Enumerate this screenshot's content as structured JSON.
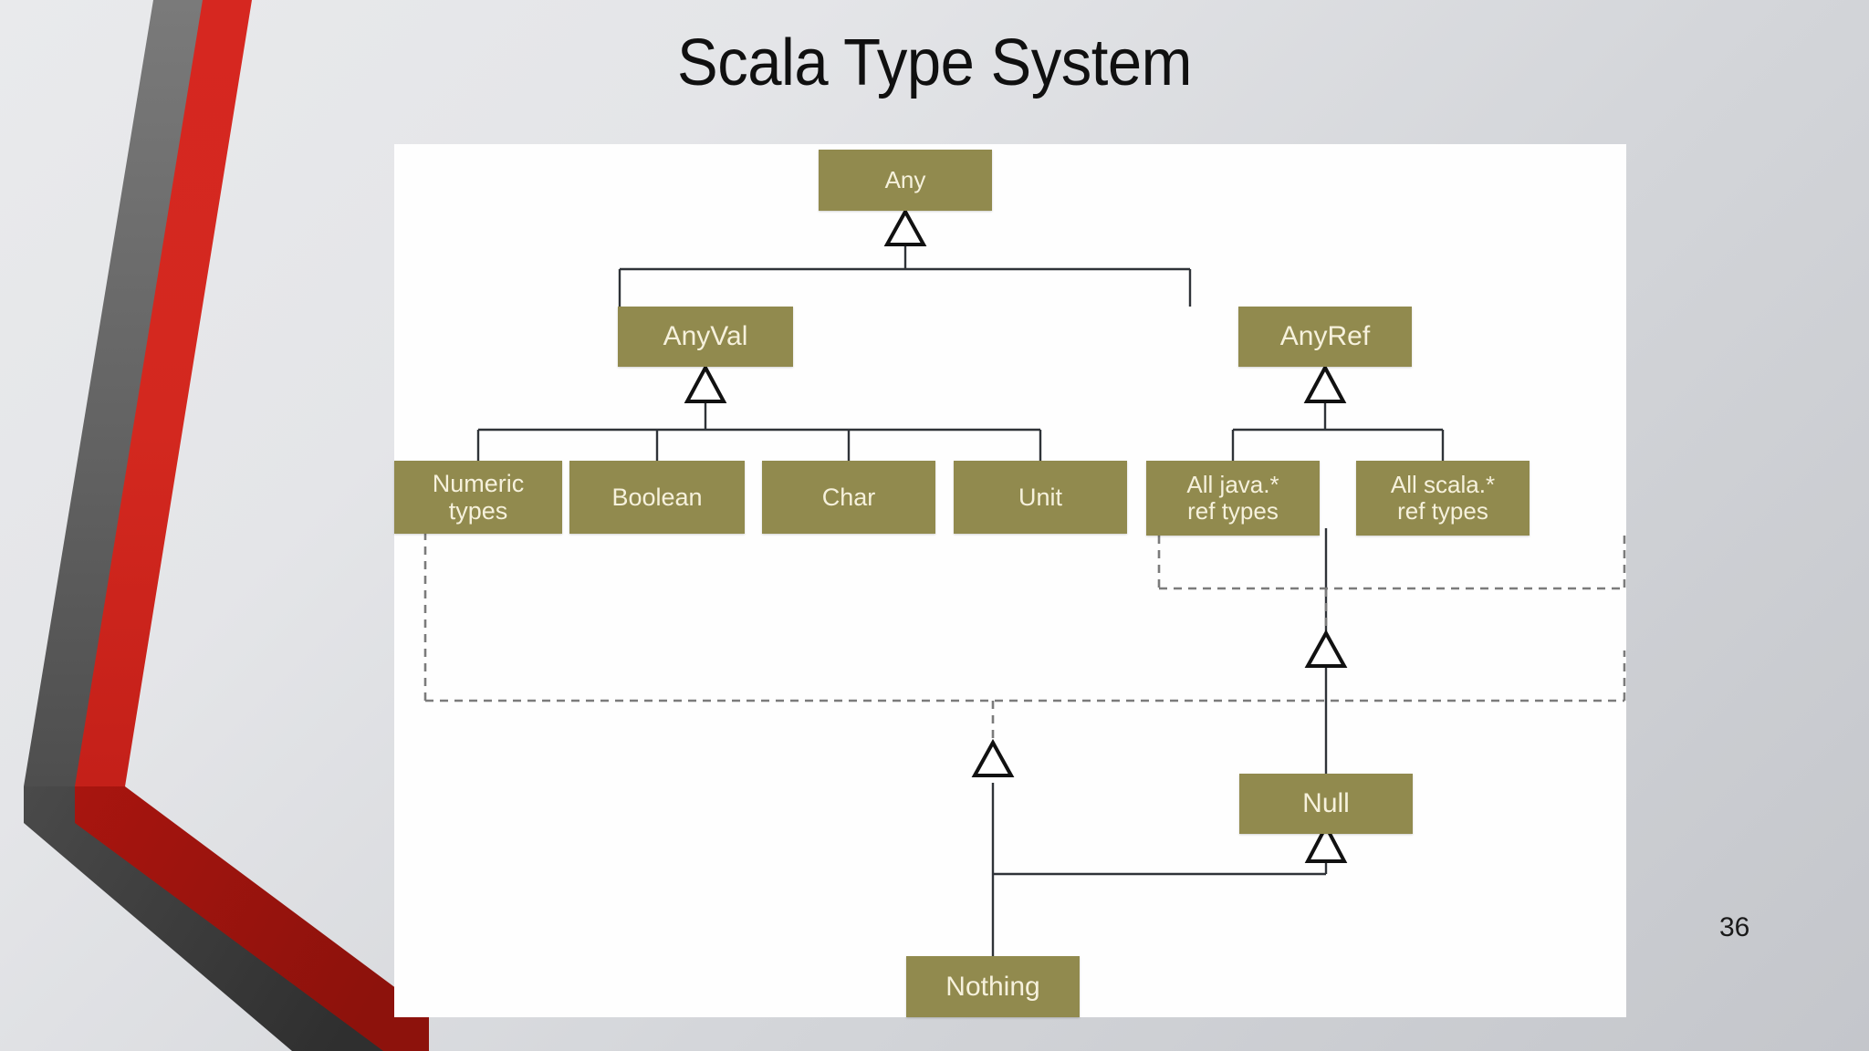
{
  "slide": {
    "title": "Scala Type System",
    "page_number": "36",
    "background_color": "#e4e5e8",
    "accent_colors": {
      "node_fill": "#918a4e",
      "node_text": "#f6f1dc",
      "ribbon_red": "#d92b23",
      "ribbon_gray": "#6b6b6b",
      "connector": "#2b2b2b"
    }
  },
  "diagram": {
    "type": "class-hierarchy",
    "canvas_background": "#fefefe",
    "nodes": {
      "any": {
        "label": "Any"
      },
      "anyval": {
        "label": "AnyVal"
      },
      "anyref": {
        "label": "AnyRef"
      },
      "numeric": {
        "line1": "Numeric",
        "line2": "types"
      },
      "boolean": {
        "label": "Boolean"
      },
      "char": {
        "label": "Char"
      },
      "unit": {
        "label": "Unit"
      },
      "java_ref": {
        "line1": "All java.*",
        "line2": "ref types"
      },
      "scala_ref": {
        "line1": "All scala.*",
        "line2": "ref types"
      },
      "null": {
        "label": "Null"
      },
      "nothing": {
        "label": "Nothing"
      }
    },
    "edges": [
      {
        "from": "anyval",
        "to": "any",
        "style": "solid",
        "arrow": "hollow-triangle"
      },
      {
        "from": "anyref",
        "to": "any",
        "style": "solid",
        "arrow": "hollow-triangle"
      },
      {
        "from": "numeric",
        "to": "anyval",
        "style": "solid",
        "arrow": "hollow-triangle"
      },
      {
        "from": "boolean",
        "to": "anyval",
        "style": "solid",
        "arrow": "hollow-triangle"
      },
      {
        "from": "char",
        "to": "anyval",
        "style": "solid",
        "arrow": "hollow-triangle"
      },
      {
        "from": "unit",
        "to": "anyval",
        "style": "solid",
        "arrow": "hollow-triangle"
      },
      {
        "from": "java_ref",
        "to": "anyref",
        "style": "solid",
        "arrow": "hollow-triangle"
      },
      {
        "from": "scala_ref",
        "to": "anyref",
        "style": "solid",
        "arrow": "hollow-triangle"
      },
      {
        "from": "null",
        "to": "java_ref",
        "style": "dashed",
        "arrow": "hollow-triangle"
      },
      {
        "from": "null",
        "to": "scala_ref",
        "style": "dashed",
        "arrow": "hollow-triangle"
      },
      {
        "from": "nothing",
        "to": "null",
        "style": "solid",
        "arrow": "hollow-triangle"
      },
      {
        "from": "nothing",
        "to": "anyval",
        "style": "dashed",
        "arrow": "hollow-triangle"
      }
    ]
  }
}
